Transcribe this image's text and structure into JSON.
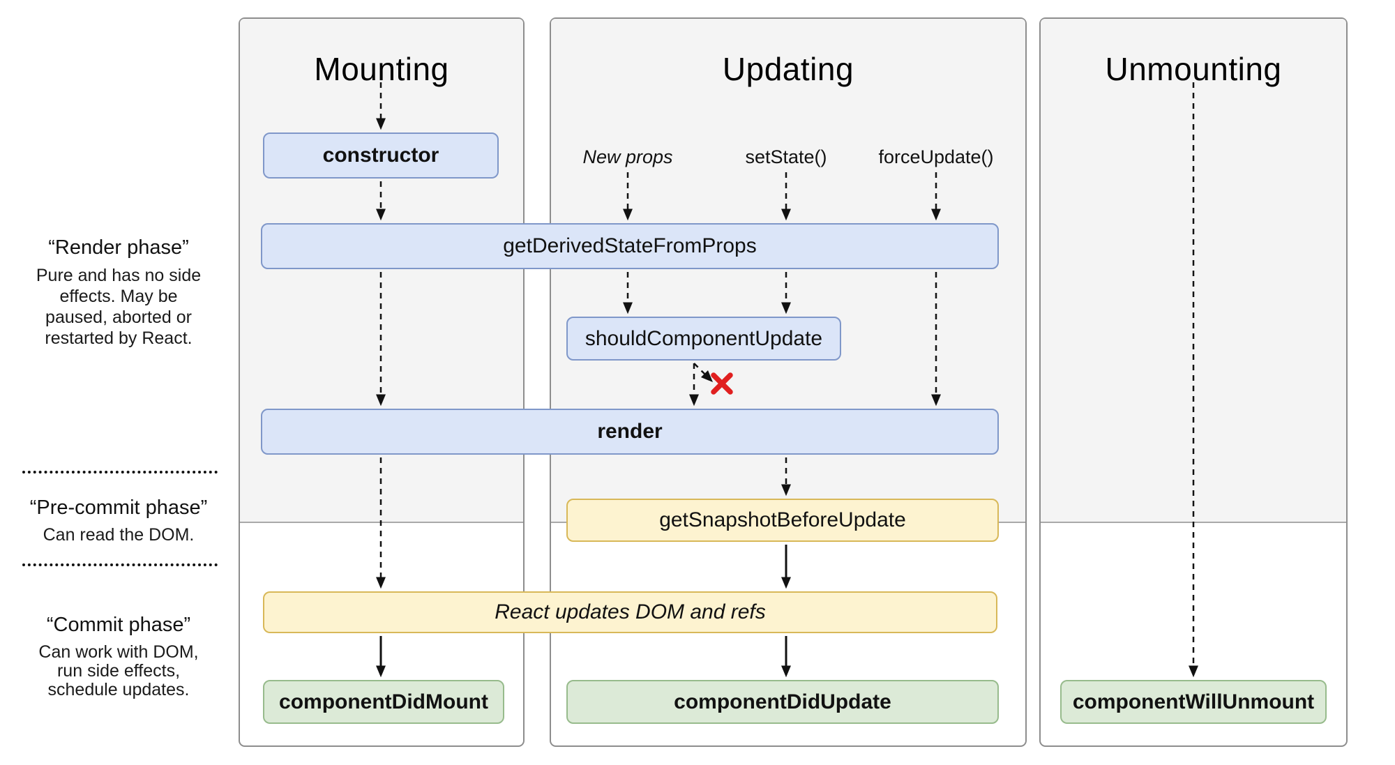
{
  "columns": [
    {
      "label": "Mounting"
    },
    {
      "label": "Updating"
    },
    {
      "label": "Unmounting"
    }
  ],
  "side_notes": {
    "render": {
      "heading": "“Render phase”",
      "lines": [
        "Pure and has no side",
        "effects. May be",
        "paused, aborted or",
        "restarted by React."
      ]
    },
    "pre_commit": {
      "heading": "“Pre-commit phase”",
      "lines": [
        "Can read the DOM."
      ]
    },
    "commit": {
      "heading": "“Commit phase”",
      "lines": [
        "Can work with DOM,",
        "run side effects,",
        "schedule updates."
      ]
    }
  },
  "triggers": {
    "new_props": "New props",
    "set_state": "setState()",
    "force_update": "forceUpdate()"
  },
  "lifecycle_boxes": {
    "constructor": "constructor",
    "get_derived_state_from_props": "getDerivedStateFromProps",
    "should_component_update": "shouldComponentUpdate",
    "render": "render",
    "get_snapshot_before_update": "getSnapshotBeforeUpdate",
    "react_updates_dom": "React updates DOM and refs",
    "component_did_mount": "componentDidMount",
    "component_did_update": "componentDidUpdate",
    "component_will_unmount": "componentWillUnmount"
  },
  "icons": {
    "skip_update_x": "✕"
  },
  "colors": {
    "blue_fill": "#dbe5f8",
    "blue_border": "#7f97c9",
    "yellow_fill": "#fdf3d0",
    "yellow_border": "#d8b858",
    "green_fill": "#dcead7",
    "green_border": "#97bb8c",
    "panel_fill": "#f4f4f4",
    "panel_border": "#8d8d8d",
    "arrow_black": "#111111",
    "x_red": "#e01f1f"
  }
}
